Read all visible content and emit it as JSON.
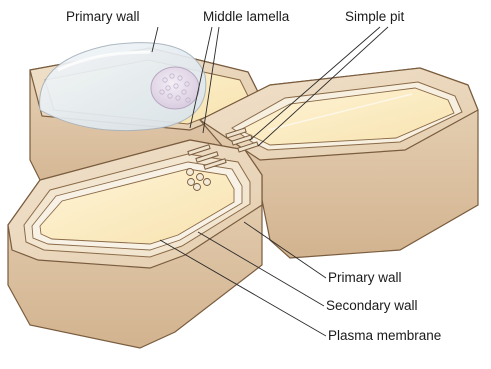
{
  "labels": {
    "primary_wall_top": "Primary wall",
    "middle_lamella": "Middle lamella",
    "simple_pit": "Simple pit",
    "primary_wall_right": "Primary wall",
    "secondary_wall": "Secondary wall",
    "plasma_membrane": "Plasma membrane"
  },
  "colors": {
    "wall_outer": "#e8d2b6",
    "wall_side": "#d9bd9c",
    "wall_edge": "#7a5c3e",
    "cytoplasm": "#fbecc4",
    "membrane": "#f6f0e4",
    "glass_cell": "#e6eef4"
  }
}
